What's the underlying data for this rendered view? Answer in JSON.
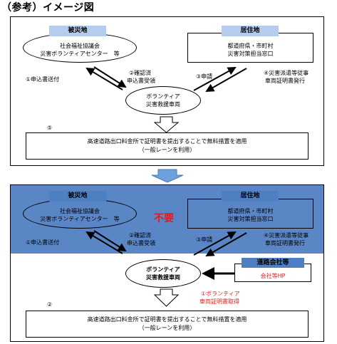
{
  "title": "（参考）イメージ図",
  "top": {
    "disaster_tag": "被災地",
    "disaster_line1": "社会福祉協議会",
    "disaster_line2": "災害ボランティアセンター　等",
    "residence_tag": "居住地",
    "residence_line1": "都道府県・市町村",
    "residence_line2": "災害対策担当窓口",
    "step1": "①申込書送付",
    "step2_line1": "②確認済",
    "step2_line2": "申込書受領",
    "step3": "③申請",
    "step4_line1": "④災害派遣等従事",
    "step4_line2": "車両証明書発行",
    "vehicle_line1": "ボランティア",
    "vehicle_line2": "災害救援車両",
    "step5": "⑤",
    "toll_line1": "高速道路出口料金所で証明書を提出することで無料措置を適用",
    "toll_line2": "（一般レーンを利用）"
  },
  "bottom": {
    "disaster_tag": "被災地",
    "disaster_line1": "社会福祉協議会",
    "disaster_line2": "災害ボランティアセンター　等",
    "fuyo": "不要",
    "residence_tag": "居住地",
    "residence_line1": "都道府県・市町村",
    "residence_line2": "災害対策担当窓口",
    "step1": "①申込書送付",
    "step2_line1": "②確認済",
    "step2_line2": "申込書受領",
    "step3": "③申請",
    "step4_line1": "④災害派遣等従事",
    "step4_line2": "車両証明書発行",
    "vehicle_line1": "ボランティア",
    "vehicle_line2": "災害救援車両",
    "road_tag": "道路会社等",
    "road_line": "会社等HP",
    "red_step_line1": "①ボランティア",
    "red_step_line2": "車両証明書取得",
    "step2": "②",
    "toll_line1": "高速道路出口料金所で証明書を提出することで無料措置を適用",
    "toll_line2": "（一般レーンを利用）"
  },
  "colors": {
    "band_blue": "#5b86c6",
    "tag_blue": "#4f7fc3",
    "tag_light_blue": "#b6ccec",
    "red": "#e21b1b",
    "arrow_blue": "#6fa0de"
  }
}
